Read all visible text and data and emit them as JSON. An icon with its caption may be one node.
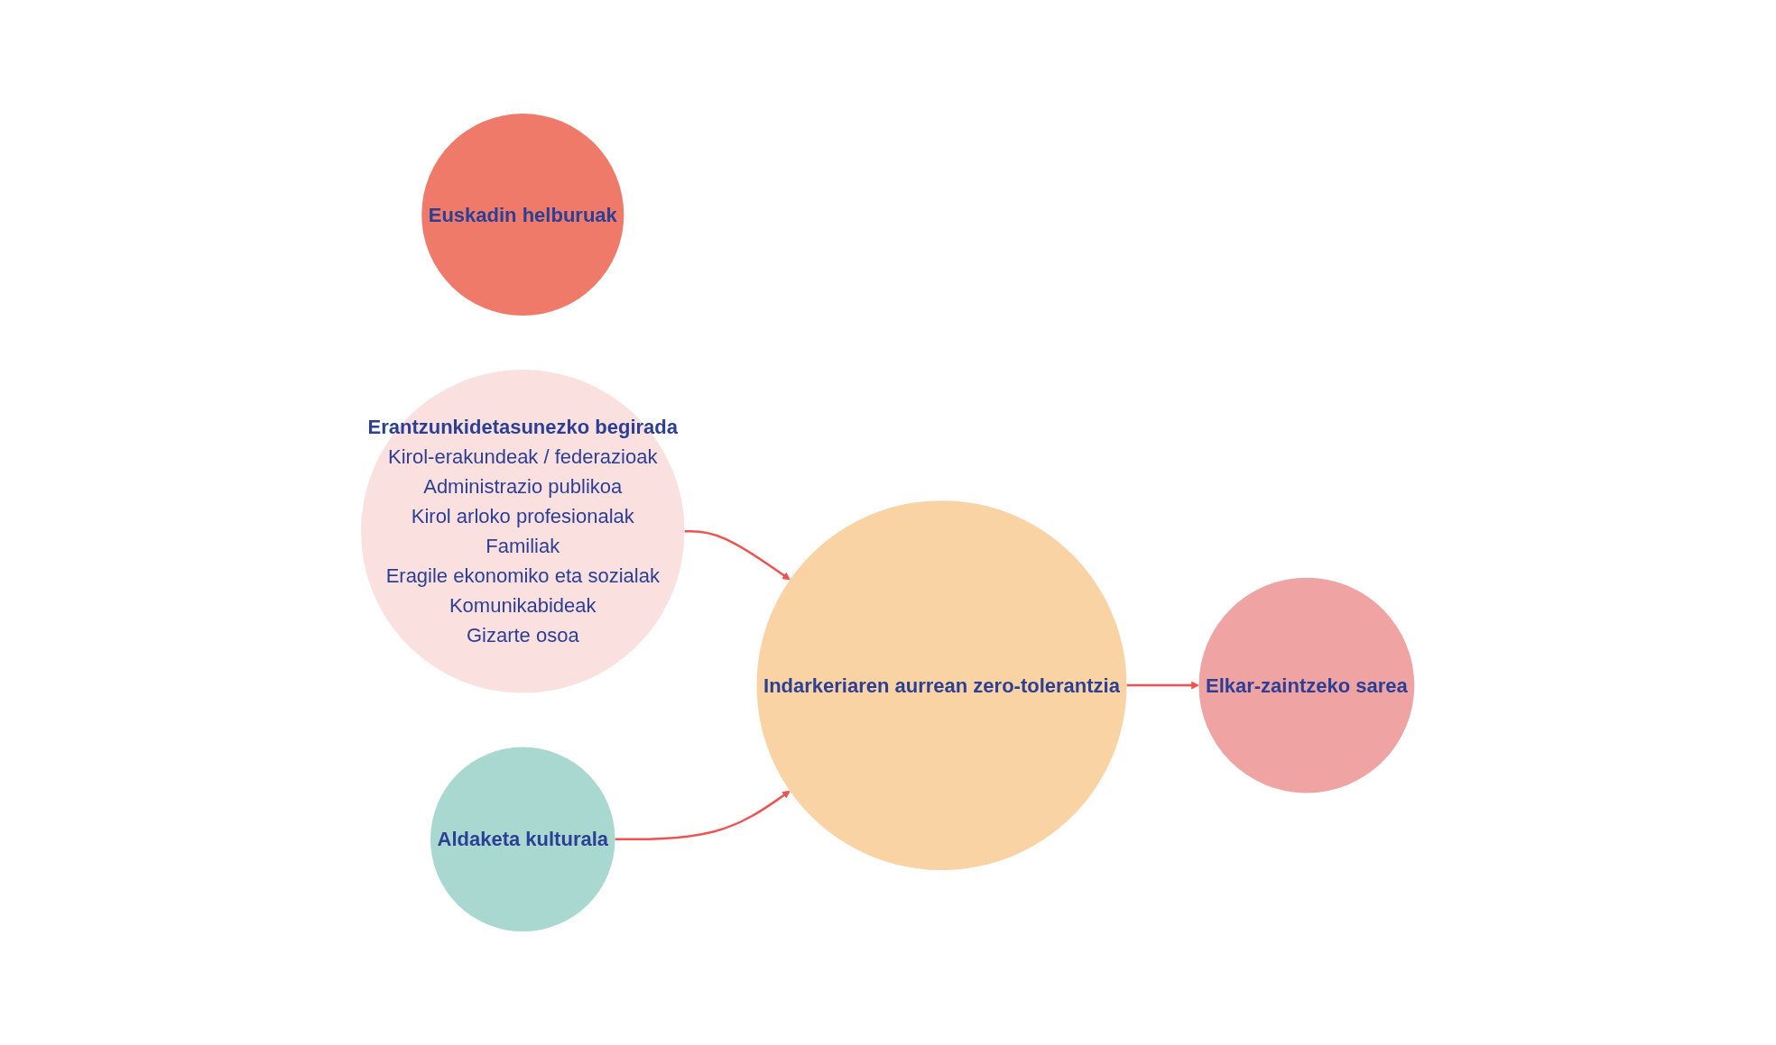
{
  "diagram": {
    "nodes": [
      {
        "text": [
          "Euskadin helburuak"
        ]
      },
      {
        "text": [
          "Erantzunkidetasunezko begirada",
          "Kirol-erakundeak / federazioak",
          "Administrazio publikoa",
          "Kirol arloko profesionalak",
          "Familiak",
          "Eragile ekonomiko eta sozialak",
          "Komunikabideak",
          "Gizarte osoa"
        ]
      },
      {
        "text": [
          "Aldaketa kulturala"
        ]
      },
      {
        "text": [
          "Indarkeriaren aurrean zero-tolerantzia"
        ]
      },
      {
        "text": [
          "Elkar-zaintzeko sarea"
        ]
      }
    ],
    "edges": [
      {
        "from": 1,
        "to": 3,
        "arrow": "to"
      },
      {
        "from": 2,
        "to": 3,
        "arrow": "to"
      },
      {
        "from": 3,
        "to": 4,
        "arrow": "to"
      }
    ]
  }
}
